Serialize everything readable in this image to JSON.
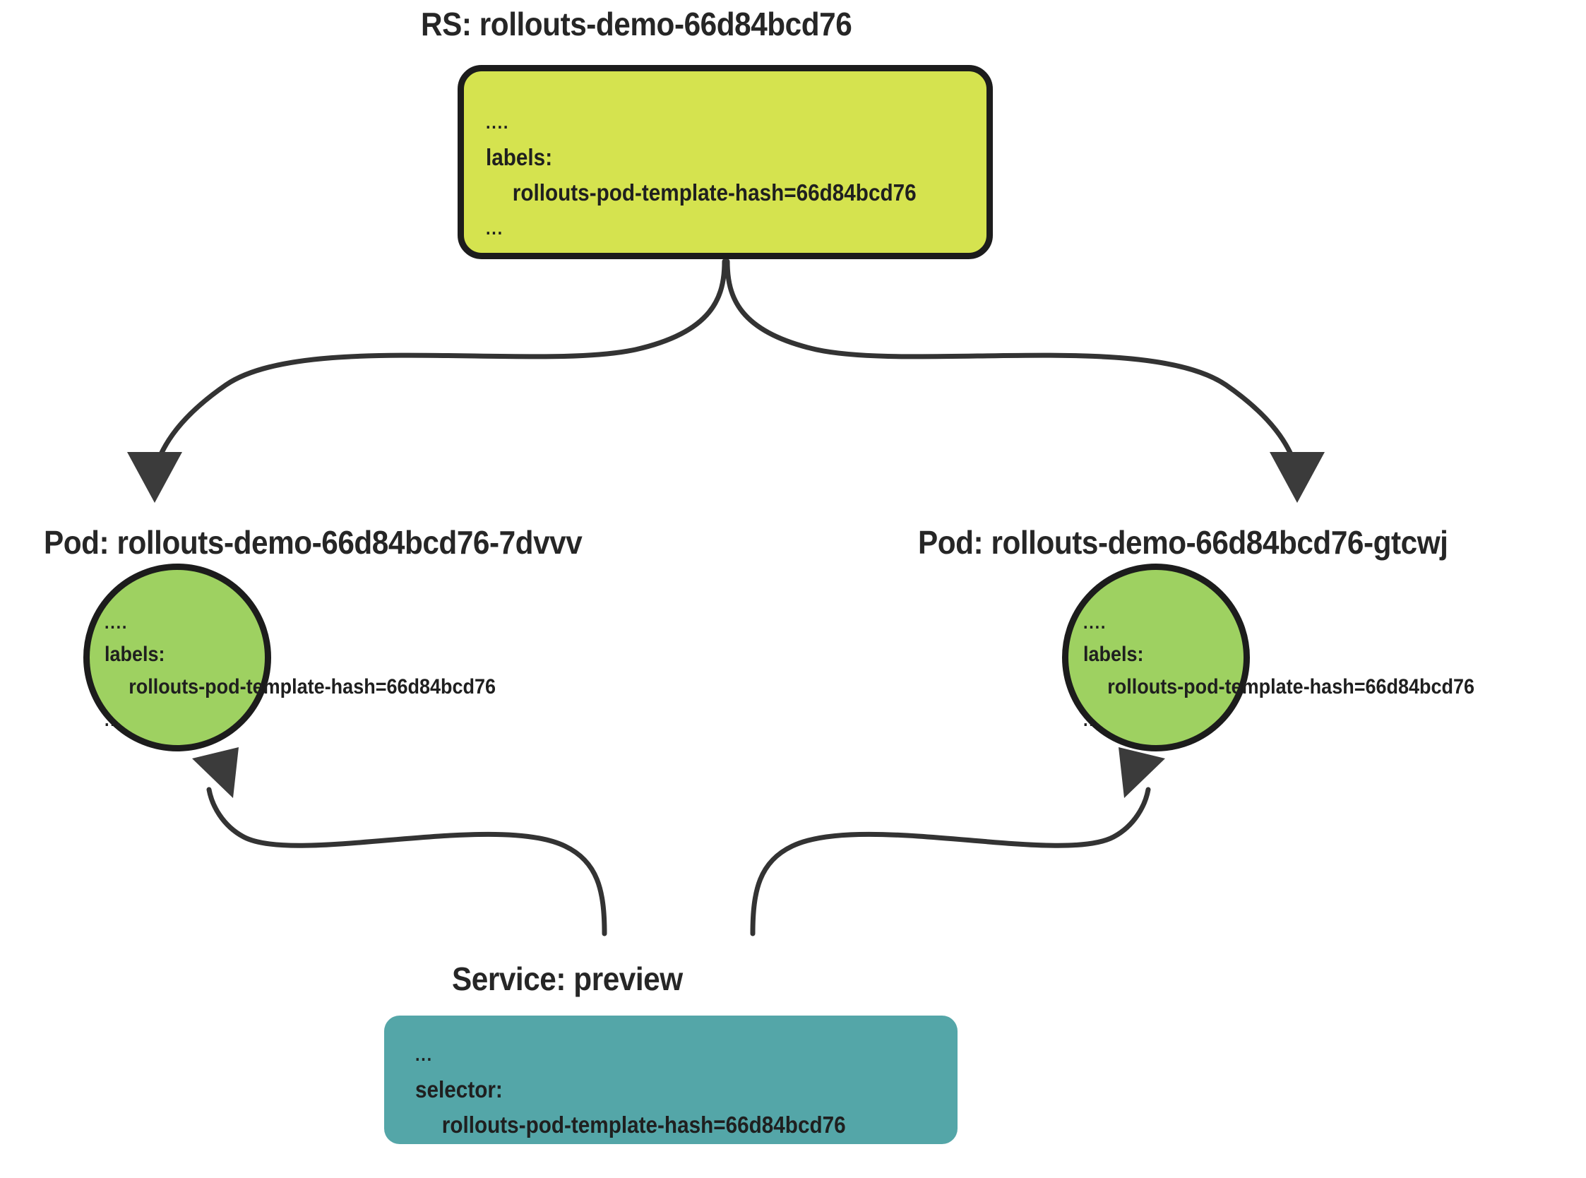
{
  "diagram": {
    "type": "kubernetes-argo-rollouts-relationship",
    "background_color": "#ffffff",
    "stroke_color": "#1c1c1c",
    "text_color": "#1f1f1f"
  },
  "nodes": {
    "replicaset": {
      "title": "RS: rollouts-demo-66d84bcd76",
      "kind": "ReplicaSet",
      "shape": "rounded-rectangle",
      "fill_color": "#d5e34f",
      "body": {
        "leading_ellipsis": "....",
        "key": "labels:",
        "value": "rollouts-pod-template-hash=66d84bcd76",
        "trailing_ellipsis": "..."
      }
    },
    "pod_left": {
      "title": "Pod: rollouts-demo-66d84bcd76-7dvvv",
      "kind": "Pod",
      "shape": "circle",
      "fill_color": "#9ed161",
      "body": {
        "leading_ellipsis": "....",
        "key": "labels:",
        "value": "rollouts-pod-template-hash=66d84bcd76",
        "trailing_ellipsis": "..."
      }
    },
    "pod_right": {
      "title": "Pod: rollouts-demo-66d84bcd76-gtcwj",
      "kind": "Pod",
      "shape": "circle",
      "fill_color": "#9ed161",
      "body": {
        "leading_ellipsis": "....",
        "key": "labels:",
        "value": "rollouts-pod-template-hash=66d84bcd76",
        "trailing_ellipsis": "..."
      }
    },
    "service": {
      "title": "Service: preview",
      "kind": "Service",
      "shape": "rounded-rectangle",
      "fill_color": "#54a6a8",
      "body": {
        "leading_ellipsis": "...",
        "key": "selector:",
        "value": "rollouts-pod-template-hash=66d84bcd76",
        "trailing_ellipsis": ""
      }
    }
  },
  "edges": [
    {
      "from": "replicaset",
      "to": "pod_left",
      "direction": "down",
      "arrowhead": "filled-triangle"
    },
    {
      "from": "replicaset",
      "to": "pod_right",
      "direction": "down",
      "arrowhead": "filled-triangle"
    },
    {
      "from": "service",
      "to": "pod_left",
      "direction": "up",
      "arrowhead": "filled-triangle"
    },
    {
      "from": "service",
      "to": "pod_right",
      "direction": "up",
      "arrowhead": "filled-triangle"
    }
  ]
}
